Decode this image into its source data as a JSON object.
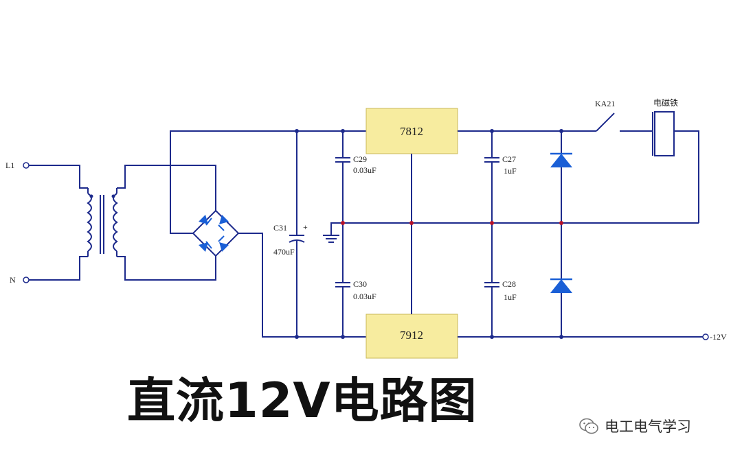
{
  "diagram": {
    "title": "直流12V电路图",
    "watermark": "电工电气学习",
    "terminals": {
      "line": "L1",
      "neutral": "N",
      "output": "-12V"
    },
    "regulators": {
      "positive": "7812",
      "negative": "7912"
    },
    "capacitors": {
      "c29": {
        "name": "C29",
        "value": "0.03uF"
      },
      "c30": {
        "name": "C30",
        "value": "0.03uF"
      },
      "c31": {
        "name": "C31",
        "value": "470uF"
      },
      "c27": {
        "name": "C27",
        "value": "1uF"
      },
      "c28": {
        "name": "C28",
        "value": "1uF"
      }
    },
    "relay_contact": "KA21",
    "solenoid": "电磁铁",
    "colors": {
      "wire": "#1d2a8c",
      "ic_fill": "#f7ec9f",
      "diode": "#1a5fd6",
      "junction": "#b3122b"
    }
  }
}
